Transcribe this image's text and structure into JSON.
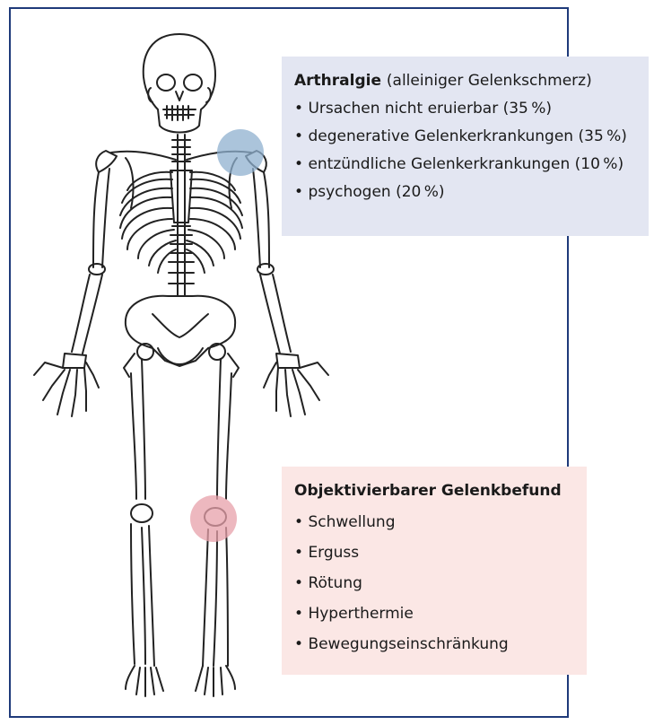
{
  "arthralgie": {
    "title": "Arthralgie",
    "subtitle": "(alleiniger Gelenkschmerz)",
    "items": [
      "Ursachen nicht eruierbar (35 %)",
      "degenerative Gelenkerkrankungen (35 %)",
      "entzündliche Gelenkerkrankungen (10 %)",
      "psychogen (20 %)"
    ],
    "color": "#e3e6f2",
    "highlight_color": "#8fb0cf"
  },
  "befund": {
    "title": "Objektivierbarer Gelenkbefund",
    "items": [
      "Schwellung",
      "Erguss",
      "Rötung",
      "Hyperthermie",
      "Bewegungseinschränkung"
    ],
    "color": "#fbe7e5",
    "highlight_color": "#e7a0aa"
  },
  "frame_color": "#1f3a7a"
}
